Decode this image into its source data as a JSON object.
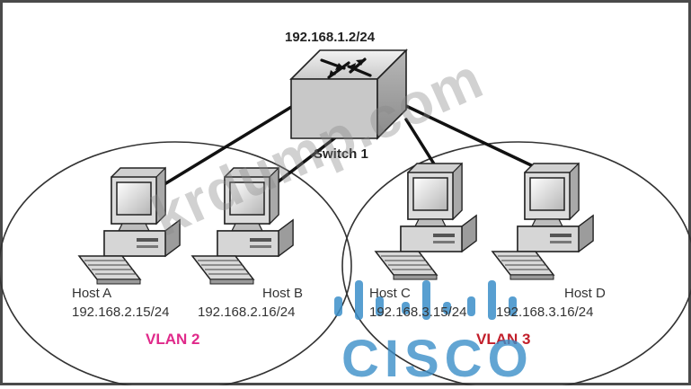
{
  "title_ip": "192.168.1.2/24",
  "switch_label": "Switch 1",
  "hosts": [
    {
      "name": "Host A",
      "ip": "192.168.2.15/24"
    },
    {
      "name": "Host B",
      "ip": "192.168.2.16/24"
    },
    {
      "name": "Host C",
      "ip": "192.168.3.15/24"
    },
    {
      "name": "Host D",
      "ip": "192.168.3.16/24"
    }
  ],
  "vlans": [
    {
      "label": "VLAN 2",
      "color": "#e0298a"
    },
    {
      "label": "VLAN 3",
      "color": "#c21e2a"
    }
  ],
  "watermarks": {
    "site": "krdump.com",
    "brand": "CISCO",
    "brand_color": "#3c8fc9"
  },
  "icons": [
    "switch-icon",
    "computer-icon"
  ]
}
